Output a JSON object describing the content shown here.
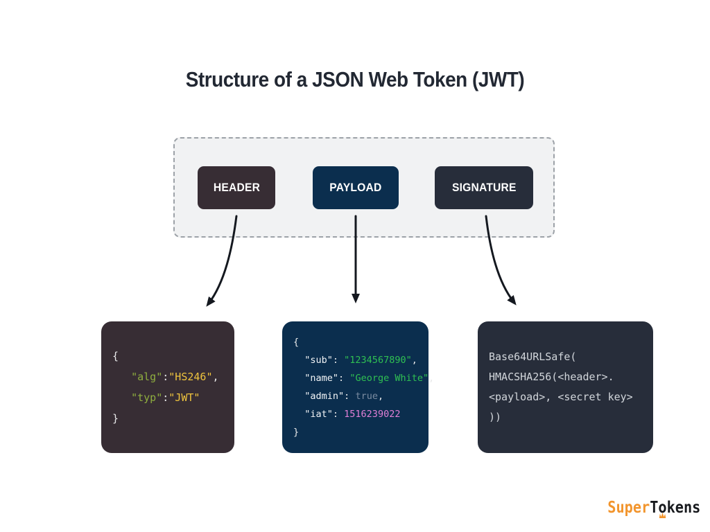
{
  "title": "Structure of a JSON Web Token (JWT)",
  "segments": [
    {
      "label": "HEADER"
    },
    {
      "label": "PAYLOAD"
    },
    {
      "label": "SIGNATURE"
    }
  ],
  "code_boxes": {
    "header": {
      "lines": [
        [
          {
            "t": "{",
            "c": "punct"
          }
        ],
        [
          {
            "t": "   ",
            "c": "punct"
          },
          {
            "t": "\"alg\"",
            "c": "key"
          },
          {
            "t": ":",
            "c": "punct"
          },
          {
            "t": "\"HS246\"",
            "c": "val"
          },
          {
            "t": ",",
            "c": "punct"
          }
        ],
        [
          {
            "t": "   ",
            "c": "punct"
          },
          {
            "t": "\"typ\"",
            "c": "key"
          },
          {
            "t": ":",
            "c": "punct"
          },
          {
            "t": "\"JWT\"",
            "c": "val"
          }
        ],
        [
          {
            "t": "}",
            "c": "punct"
          }
        ]
      ]
    },
    "payload": {
      "lines": [
        [
          {
            "t": "{",
            "c": "punct"
          }
        ],
        [
          {
            "t": "  ",
            "c": "punct"
          },
          {
            "t": "\"sub\"",
            "c": "keyw"
          },
          {
            "t": ": ",
            "c": "punct"
          },
          {
            "t": "\"1234567890\"",
            "c": "str"
          },
          {
            "t": ",",
            "c": "punct"
          }
        ],
        [
          {
            "t": "  ",
            "c": "punct"
          },
          {
            "t": "\"name\"",
            "c": "keyw"
          },
          {
            "t": ": ",
            "c": "punct"
          },
          {
            "t": "\"George White\"",
            "c": "str"
          },
          {
            "t": ",",
            "c": "punct"
          }
        ],
        [
          {
            "t": "  ",
            "c": "punct"
          },
          {
            "t": "\"admin\"",
            "c": "keyw"
          },
          {
            "t": ": ",
            "c": "punct"
          },
          {
            "t": "true",
            "c": "bool"
          },
          {
            "t": ",",
            "c": "punct"
          }
        ],
        [
          {
            "t": "  ",
            "c": "punct"
          },
          {
            "t": "\"iat\"",
            "c": "keyw"
          },
          {
            "t": ": ",
            "c": "punct"
          },
          {
            "t": "1516239022",
            "c": "num"
          }
        ],
        [
          {
            "t": "}",
            "c": "punct"
          }
        ]
      ]
    },
    "signature": {
      "lines": [
        [
          {
            "t": "Base64URLSafe(",
            "c": "plain"
          }
        ],
        [
          {
            "t": "HMACSHA256(<header>.",
            "c": "plain"
          }
        ],
        [
          {
            "t": "<payload>, <secret key>",
            "c": "plain"
          }
        ],
        [
          {
            "t": "))",
            "c": "plain"
          }
        ]
      ]
    }
  },
  "logo": {
    "super": "Super",
    "t": "T",
    "o": "o",
    "kens": "kens"
  },
  "colors": {
    "title-ink": "#222833",
    "container-bg": "#f1f2f3",
    "container-border": "#9ca1a7",
    "header-bg": "#372d34",
    "payload-bg": "#0b2e4e",
    "signature-bg": "#272d3a",
    "btn-text": "#ffffff",
    "arrow-ink": "#14181f",
    "code-punct": "#e8e9ea",
    "code-keyw": "#f2f4f6",
    "key-green": "#8fae3f",
    "val-yellow": "#efc43e",
    "str-green": "#2fc052",
    "bool-gray": "#7b8ca1",
    "num-pink": "#e07fd6",
    "plain-light": "#d2d6db",
    "logo-orange": "#f2952d",
    "logo-ink": "#17191d"
  }
}
